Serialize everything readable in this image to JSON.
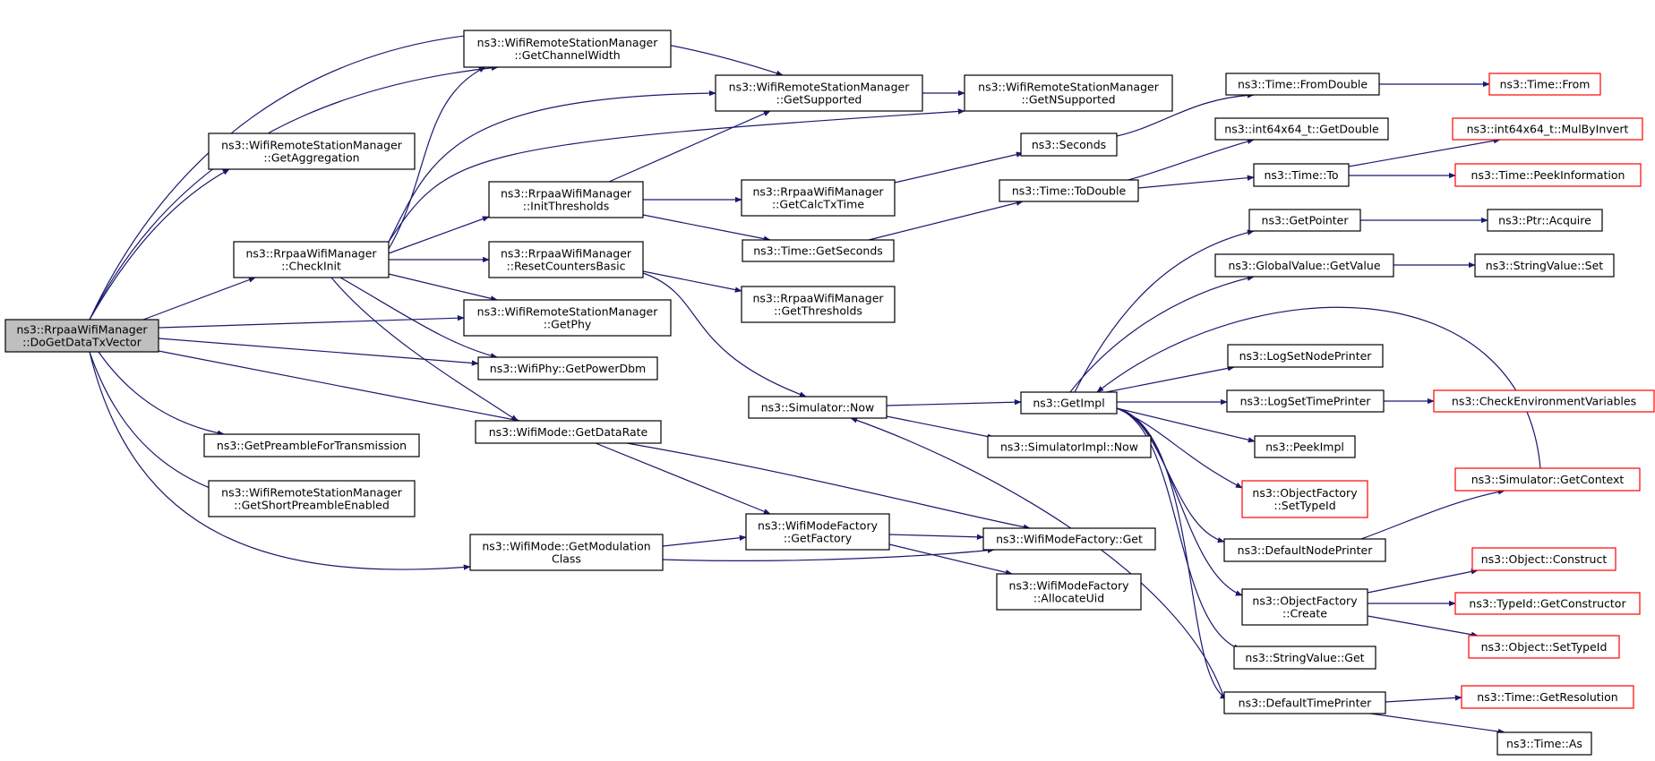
{
  "colors": {
    "edge": "#191970",
    "node_border": "#000000",
    "truncated_node_border": "#ff0000",
    "root_fill": "#bfbfbf"
  },
  "nodes": [
    {
      "id": "n0",
      "lines": [
        "ns3::RrpaaWifiManager",
        "::DoGetDataTxVector"
      ],
      "style": "root"
    },
    {
      "id": "n1",
      "lines": [
        "ns3::WifiRemoteStationManager",
        "::GetChannelWidth"
      ],
      "style": "normal"
    },
    {
      "id": "n2",
      "lines": [
        "ns3::WifiRemoteStationManager",
        "::GetSupported"
      ],
      "style": "normal"
    },
    {
      "id": "n3",
      "lines": [
        "ns3::WifiRemoteStationManager",
        "::GetNSupported"
      ],
      "style": "normal"
    },
    {
      "id": "n4",
      "lines": [
        "ns3::Time::FromDouble"
      ],
      "style": "normal"
    },
    {
      "id": "n5",
      "lines": [
        "ns3::Time::From"
      ],
      "style": "red"
    },
    {
      "id": "n6",
      "lines": [
        "ns3::WifiRemoteStationManager",
        "::GetAggregation"
      ],
      "style": "normal"
    },
    {
      "id": "n7",
      "lines": [
        "ns3::RrpaaWifiManager",
        "::CheckInit"
      ],
      "style": "normal"
    },
    {
      "id": "n8",
      "lines": [
        "ns3::RrpaaWifiManager",
        "::InitThresholds"
      ],
      "style": "normal"
    },
    {
      "id": "n9",
      "lines": [
        "ns3::Seconds"
      ],
      "style": "normal"
    },
    {
      "id": "n10",
      "lines": [
        "ns3::int64x64_t::GetDouble"
      ],
      "style": "normal"
    },
    {
      "id": "n11",
      "lines": [
        "ns3::int64x64_t::MulByInvert"
      ],
      "style": "red"
    },
    {
      "id": "n12",
      "lines": [
        "ns3::RrpaaWifiManager",
        "::GetCalcTxTime"
      ],
      "style": "normal"
    },
    {
      "id": "n13",
      "lines": [
        "ns3::Time::ToDouble"
      ],
      "style": "normal"
    },
    {
      "id": "n14",
      "lines": [
        "ns3::Time::To"
      ],
      "style": "normal"
    },
    {
      "id": "n15",
      "lines": [
        "ns3::Time::PeekInformation"
      ],
      "style": "red"
    },
    {
      "id": "n16",
      "lines": [
        "ns3::Time::GetSeconds"
      ],
      "style": "normal"
    },
    {
      "id": "n17",
      "lines": [
        "ns3::RrpaaWifiManager",
        "::ResetCountersBasic"
      ],
      "style": "normal"
    },
    {
      "id": "n18",
      "lines": [
        "ns3::GetPointer"
      ],
      "style": "normal"
    },
    {
      "id": "n19",
      "lines": [
        "ns3::Ptr::Acquire"
      ],
      "style": "normal"
    },
    {
      "id": "n20",
      "lines": [
        "ns3::GlobalValue::GetValue"
      ],
      "style": "normal"
    },
    {
      "id": "n21",
      "lines": [
        "ns3::StringValue::Set"
      ],
      "style": "normal"
    },
    {
      "id": "n22",
      "lines": [
        "ns3::RrpaaWifiManager",
        "::GetThresholds"
      ],
      "style": "normal"
    },
    {
      "id": "n23",
      "lines": [
        "ns3::WifiRemoteStationManager",
        "::GetPhy"
      ],
      "style": "normal"
    },
    {
      "id": "n24",
      "lines": [
        "ns3::WifiPhy::GetPowerDbm"
      ],
      "style": "normal"
    },
    {
      "id": "n25",
      "lines": [
        "ns3::LogSetNodePrinter"
      ],
      "style": "normal"
    },
    {
      "id": "n26",
      "lines": [
        "ns3::Simulator::Now"
      ],
      "style": "normal"
    },
    {
      "id": "n27",
      "lines": [
        "ns3::GetImpl"
      ],
      "style": "normal"
    },
    {
      "id": "n28",
      "lines": [
        "ns3::LogSetTimePrinter"
      ],
      "style": "normal"
    },
    {
      "id": "n29",
      "lines": [
        "ns3::CheckEnvironmentVariables"
      ],
      "style": "red"
    },
    {
      "id": "n30",
      "lines": [
        "ns3::WifiMode::GetDataRate"
      ],
      "style": "normal"
    },
    {
      "id": "n31",
      "lines": [
        "ns3::SimulatorImpl::Now"
      ],
      "style": "normal"
    },
    {
      "id": "n32",
      "lines": [
        "ns3::PeekImpl"
      ],
      "style": "normal"
    },
    {
      "id": "n33",
      "lines": [
        "ns3::GetPreambleForTransmission"
      ],
      "style": "normal"
    },
    {
      "id": "n34",
      "lines": [
        "ns3::Simulator::GetContext"
      ],
      "style": "red"
    },
    {
      "id": "n35",
      "lines": [
        "ns3::WifiRemoteStationManager",
        "::GetShortPreambleEnabled"
      ],
      "style": "normal"
    },
    {
      "id": "n36",
      "lines": [
        "ns3::ObjectFactory",
        "::SetTypeId"
      ],
      "style": "red"
    },
    {
      "id": "n37",
      "lines": [
        "ns3::WifiModeFactory",
        "::GetFactory"
      ],
      "style": "normal"
    },
    {
      "id": "n38",
      "lines": [
        "ns3::WifiModeFactory::Get"
      ],
      "style": "normal"
    },
    {
      "id": "n39",
      "lines": [
        "ns3::WifiMode::GetModulation",
        "Class"
      ],
      "style": "normal"
    },
    {
      "id": "n40",
      "lines": [
        "ns3::DefaultNodePrinter"
      ],
      "style": "normal"
    },
    {
      "id": "n41",
      "lines": [
        "ns3::Object::Construct"
      ],
      "style": "red"
    },
    {
      "id": "n42",
      "lines": [
        "ns3::WifiModeFactory",
        "::AllocateUid"
      ],
      "style": "normal"
    },
    {
      "id": "n43",
      "lines": [
        "ns3::ObjectFactory",
        "::Create"
      ],
      "style": "normal"
    },
    {
      "id": "n44",
      "lines": [
        "ns3::TypeId::GetConstructor"
      ],
      "style": "red"
    },
    {
      "id": "n45",
      "lines": [
        "ns3::Object::SetTypeId"
      ],
      "style": "red"
    },
    {
      "id": "n46",
      "lines": [
        "ns3::StringValue::Get"
      ],
      "style": "normal"
    },
    {
      "id": "n47",
      "lines": [
        "ns3::Time::GetResolution"
      ],
      "style": "red"
    },
    {
      "id": "n48",
      "lines": [
        "ns3::DefaultTimePrinter"
      ],
      "style": "normal"
    },
    {
      "id": "n49",
      "lines": [
        "ns3::Time::As"
      ],
      "style": "normal"
    }
  ],
  "edges": [
    {
      "from": "n0",
      "to": "n1"
    },
    {
      "from": "n0",
      "to": "n2"
    },
    {
      "from": "n0",
      "to": "n6"
    },
    {
      "from": "n0",
      "to": "n7"
    },
    {
      "from": "n0",
      "to": "n23"
    },
    {
      "from": "n0",
      "to": "n24"
    },
    {
      "from": "n0",
      "to": "n30"
    },
    {
      "from": "n0",
      "to": "n33"
    },
    {
      "from": "n0",
      "to": "n35"
    },
    {
      "from": "n0",
      "to": "n39"
    },
    {
      "from": "n7",
      "to": "n1"
    },
    {
      "from": "n7",
      "to": "n2"
    },
    {
      "from": "n7",
      "to": "n3"
    },
    {
      "from": "n7",
      "to": "n8"
    },
    {
      "from": "n7",
      "to": "n17"
    },
    {
      "from": "n7",
      "to": "n23"
    },
    {
      "from": "n7",
      "to": "n24"
    },
    {
      "from": "n7",
      "to": "n30"
    },
    {
      "from": "n2",
      "to": "n3"
    },
    {
      "from": "n8",
      "to": "n2"
    },
    {
      "from": "n8",
      "to": "n12"
    },
    {
      "from": "n8",
      "to": "n16"
    },
    {
      "from": "n12",
      "to": "n9"
    },
    {
      "from": "n9",
      "to": "n4"
    },
    {
      "from": "n4",
      "to": "n5"
    },
    {
      "from": "n16",
      "to": "n13"
    },
    {
      "from": "n13",
      "to": "n10"
    },
    {
      "from": "n13",
      "to": "n14"
    },
    {
      "from": "n14",
      "to": "n11"
    },
    {
      "from": "n14",
      "to": "n15"
    },
    {
      "from": "n17",
      "to": "n22"
    },
    {
      "from": "n17",
      "to": "n26"
    },
    {
      "from": "n26",
      "to": "n27"
    },
    {
      "from": "n26",
      "to": "n31"
    },
    {
      "from": "n27",
      "to": "n18"
    },
    {
      "from": "n27",
      "to": "n20"
    },
    {
      "from": "n27",
      "to": "n25"
    },
    {
      "from": "n27",
      "to": "n28"
    },
    {
      "from": "n27",
      "to": "n32"
    },
    {
      "from": "n27",
      "to": "n36"
    },
    {
      "from": "n27",
      "to": "n40"
    },
    {
      "from": "n27",
      "to": "n43"
    },
    {
      "from": "n27",
      "to": "n46"
    },
    {
      "from": "n27",
      "to": "n48"
    },
    {
      "from": "n18",
      "to": "n19"
    },
    {
      "from": "n20",
      "to": "n21"
    },
    {
      "from": "n28",
      "to": "n29"
    },
    {
      "from": "n40",
      "to": "n34"
    },
    {
      "from": "n34",
      "to": "n27"
    },
    {
      "from": "n43",
      "to": "n41"
    },
    {
      "from": "n43",
      "to": "n44"
    },
    {
      "from": "n43",
      "to": "n45"
    },
    {
      "from": "n48",
      "to": "n47"
    },
    {
      "from": "n48",
      "to": "n49"
    },
    {
      "from": "n48",
      "to": "n26"
    },
    {
      "from": "n30",
      "to": "n37"
    },
    {
      "from": "n30",
      "to": "n38"
    },
    {
      "from": "n39",
      "to": "n37"
    },
    {
      "from": "n39",
      "to": "n38"
    },
    {
      "from": "n37",
      "to": "n38"
    },
    {
      "from": "n37",
      "to": "n42"
    }
  ]
}
